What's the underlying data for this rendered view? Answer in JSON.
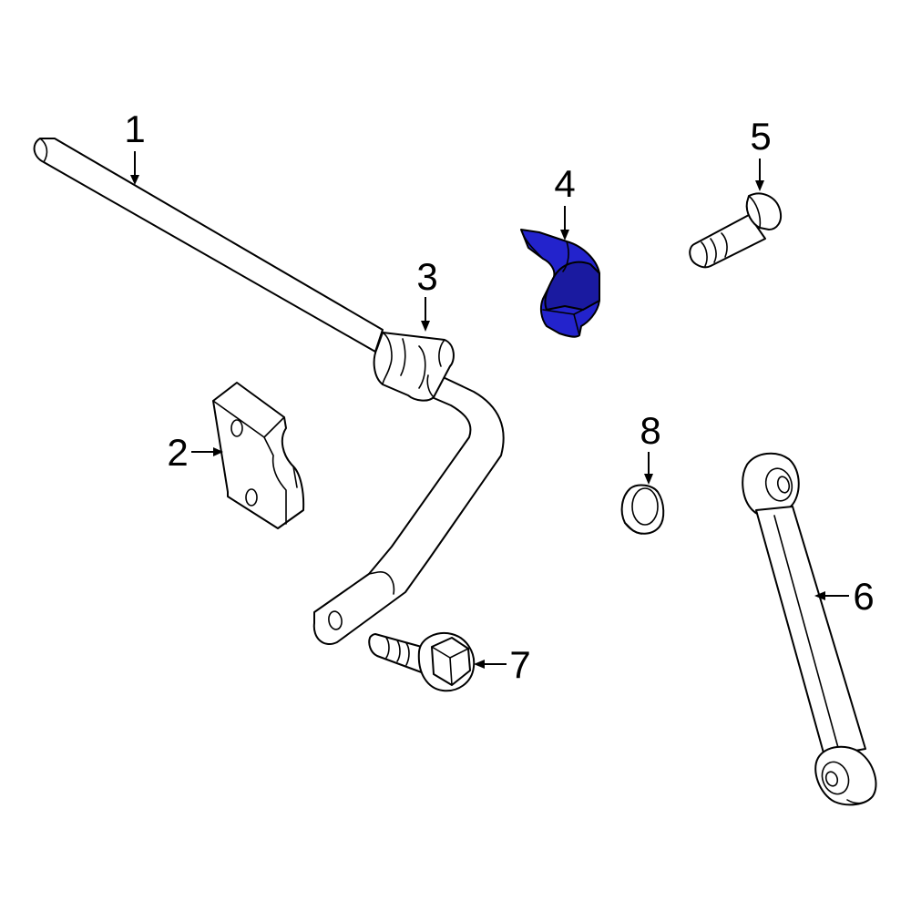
{
  "colors": {
    "line": "#000000",
    "fill": "#ffffff",
    "highlight": "#2323cc",
    "highlight_shade": "#1a1aa0"
  },
  "parts": [
    {
      "number": "1",
      "icon": "stabilizer-bar-icon"
    },
    {
      "number": "2",
      "icon": "spacer-block-icon"
    },
    {
      "number": "3",
      "icon": "bushing-icon"
    },
    {
      "number": "4",
      "icon": "bushing-bracket-icon",
      "highlighted": true
    },
    {
      "number": "5",
      "icon": "bolt-icon"
    },
    {
      "number": "6",
      "icon": "stabilizer-link-icon"
    },
    {
      "number": "7",
      "icon": "flange-bolt-icon"
    },
    {
      "number": "8",
      "icon": "nut-icon"
    }
  ]
}
